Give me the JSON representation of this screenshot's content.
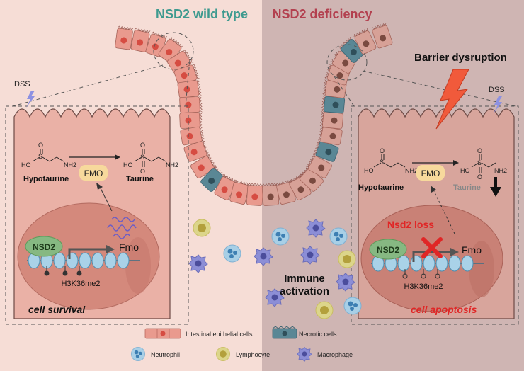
{
  "panels": {
    "left_title": "NSD2 wild type",
    "right_title": "NSD2 deficiency"
  },
  "colors": {
    "wild_type_title": "#3e9a8f",
    "deficiency_title": "#b3404f",
    "left_background": "#f6ddd6",
    "right_background": "#cfb5b3",
    "epithelial_cell": "#e99a8e",
    "necrotic_cell": "#5a8795",
    "nucleus": "#d4897c",
    "fmo_box": "#f7d99c",
    "nsd2_oval": "#86b882",
    "alert_red": "#e02626"
  },
  "left": {
    "dss_label": "DSS",
    "hypotaurine_label": "Hypotaurine",
    "taurine_label": "Taurine",
    "fmo_box": "FMO",
    "nsd2_label": "NSD2",
    "fmo_gene": "Fmo",
    "histone_mark": "H3K36me2",
    "outcome": "cell survival"
  },
  "right": {
    "barrier_label": "Barrier dysruption",
    "dss_label": "DSS",
    "hypotaurine_label": "Hypotaurine",
    "taurine_label": "Taurine",
    "fmo_box": "FMO",
    "loss_label": "Nsd2 loss",
    "nsd2_label": "NSD2",
    "fmo_gene": "Fmo",
    "histone_mark": "H3K36me2",
    "outcome": "cell apoptosis"
  },
  "center": {
    "immune_line1": "Immune",
    "immune_line2": "activation"
  },
  "chemistry": {
    "ho": "HO",
    "nh2": "NH2",
    "s": "S",
    "o": "O"
  },
  "legend": {
    "epithelial": "Intestinal epithelial cells",
    "necrotic": "Necrotic cells",
    "neutrophil": "Neutrophil",
    "lymphocyte": "Lymphocyte",
    "macrophage": "Macrophage"
  }
}
